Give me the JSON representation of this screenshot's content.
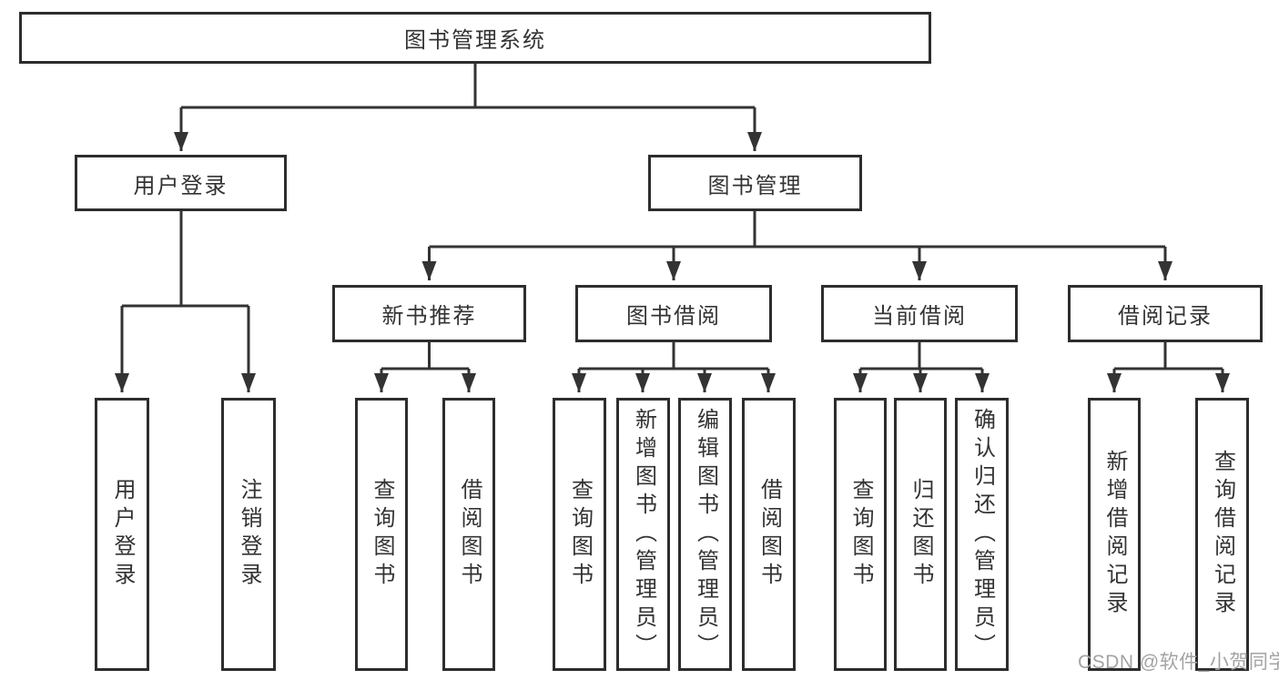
{
  "tree": {
    "root": {
      "label": "图书管理系统"
    },
    "children": [
      {
        "label": "用户登录",
        "children": [
          {
            "label": "用户登录"
          },
          {
            "label": "注销登录"
          }
        ]
      },
      {
        "label": "图书管理",
        "children": [
          {
            "label": "新书推荐",
            "children": [
              {
                "label": "查询图书"
              },
              {
                "label": "借阅图书"
              }
            ]
          },
          {
            "label": "图书借阅",
            "children": [
              {
                "label": "查询图书"
              },
              {
                "label": "新增图书（管理员）"
              },
              {
                "label": "编辑图书（管理员）"
              },
              {
                "label": "借阅图书"
              }
            ]
          },
          {
            "label": "当前借阅",
            "children": [
              {
                "label": "查询图书"
              },
              {
                "label": "归还图书"
              },
              {
                "label": "确认归还（管理员）"
              }
            ]
          },
          {
            "label": "借阅记录",
            "children": [
              {
                "label": "新增借阅记录"
              },
              {
                "label": "查询借阅记录"
              }
            ]
          }
        ]
      }
    ]
  },
  "watermark": {
    "text": "CSDN @软件_小贺同学"
  },
  "colors": {
    "line": "#333333",
    "border": "#2d2d2d",
    "box_fill": "#ffffff",
    "text": "#333333",
    "watermark": "#a3a3a3"
  }
}
